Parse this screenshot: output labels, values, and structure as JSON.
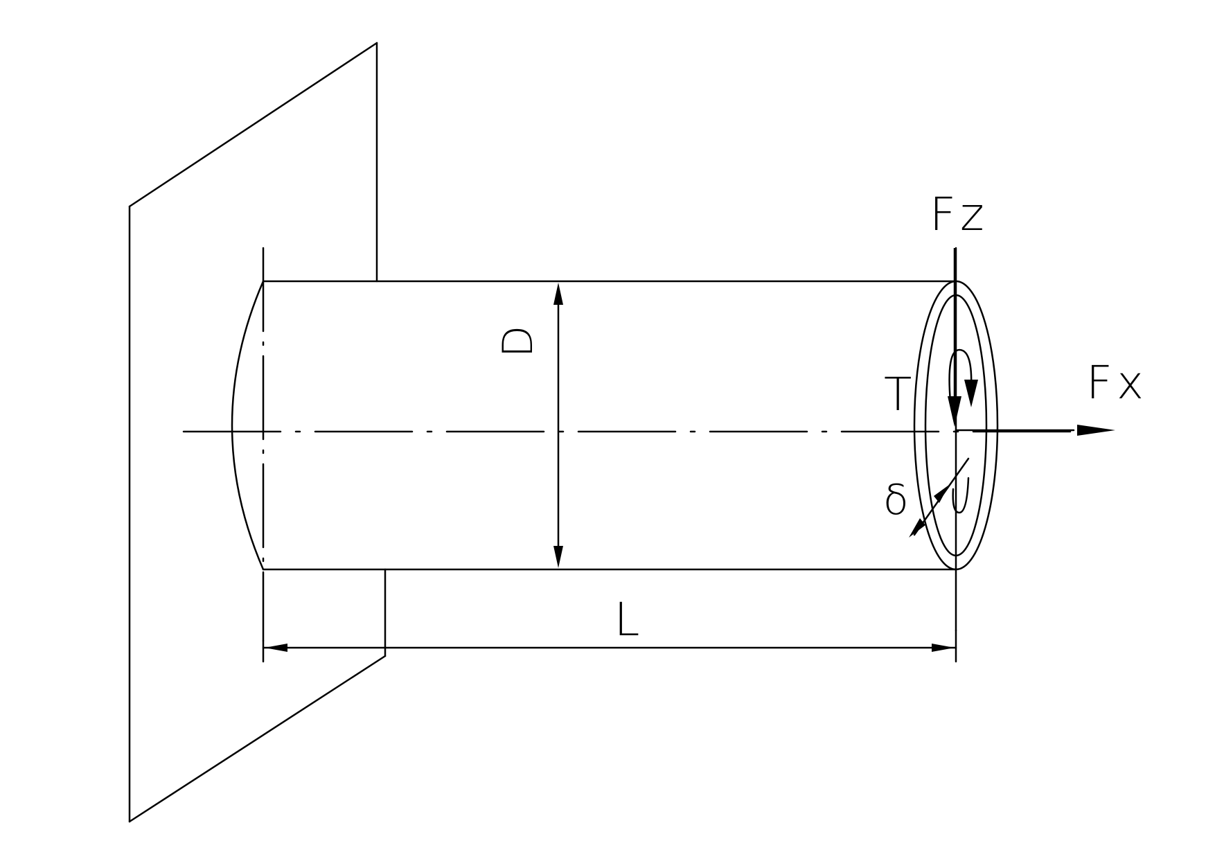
{
  "labels": {
    "diameter": "D",
    "length": "L",
    "axial_force": "Fx",
    "vertical_force": "Fz",
    "torque": "T",
    "wall_thickness": "δ"
  },
  "colors": {
    "line": "#000000",
    "background": "#ffffff"
  }
}
